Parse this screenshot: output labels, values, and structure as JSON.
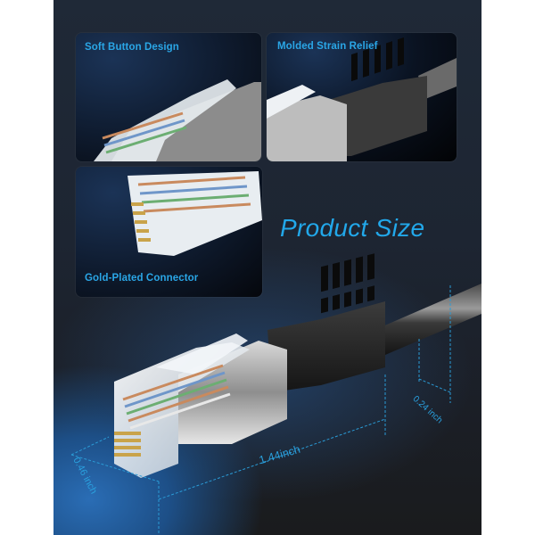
{
  "page": {
    "background": "#ffffff",
    "canvas_bg": "#1f2937",
    "accent_color": "#22a8ea"
  },
  "panels": [
    {
      "label": "Soft Button Design",
      "subject": "rj45-clip-closeup"
    },
    {
      "label": "Molded Strain Relief",
      "subject": "strain-relief-boot-closeup"
    },
    {
      "label": "Gold-Plated Connector",
      "subject": "gold-contacts-closeup"
    }
  ],
  "heading": "Product Size",
  "dimensions": {
    "length": "1.44inch",
    "height": "0.46 inch",
    "cable_diameter": "0.24 inch"
  }
}
